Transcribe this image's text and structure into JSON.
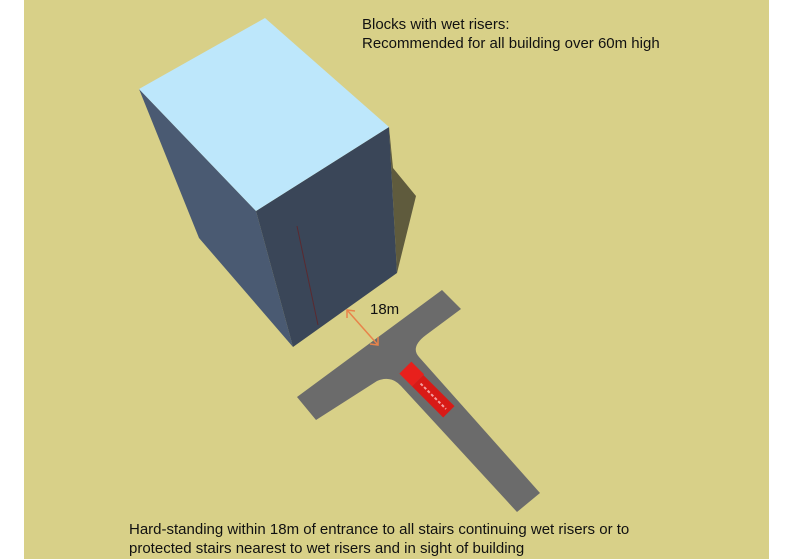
{
  "title": {
    "line1": "Blocks with wet risers:",
    "line2": "Recommended for all building over 60m high"
  },
  "distance_label": "18m",
  "caption": {
    "line1": "Hard-standing within 18m of entrance to all stairs continuing wet risers or to",
    "line2": "protected stairs nearest to wet risers and in sight of building"
  },
  "colors": {
    "ground": "#d8d088",
    "roof": "#bde7fb",
    "wall_left": "#4a5a72",
    "wall_right": "#3a4658",
    "road": "#6b6b6b",
    "truck": "#e8201c",
    "arrow": "#e8834a"
  }
}
